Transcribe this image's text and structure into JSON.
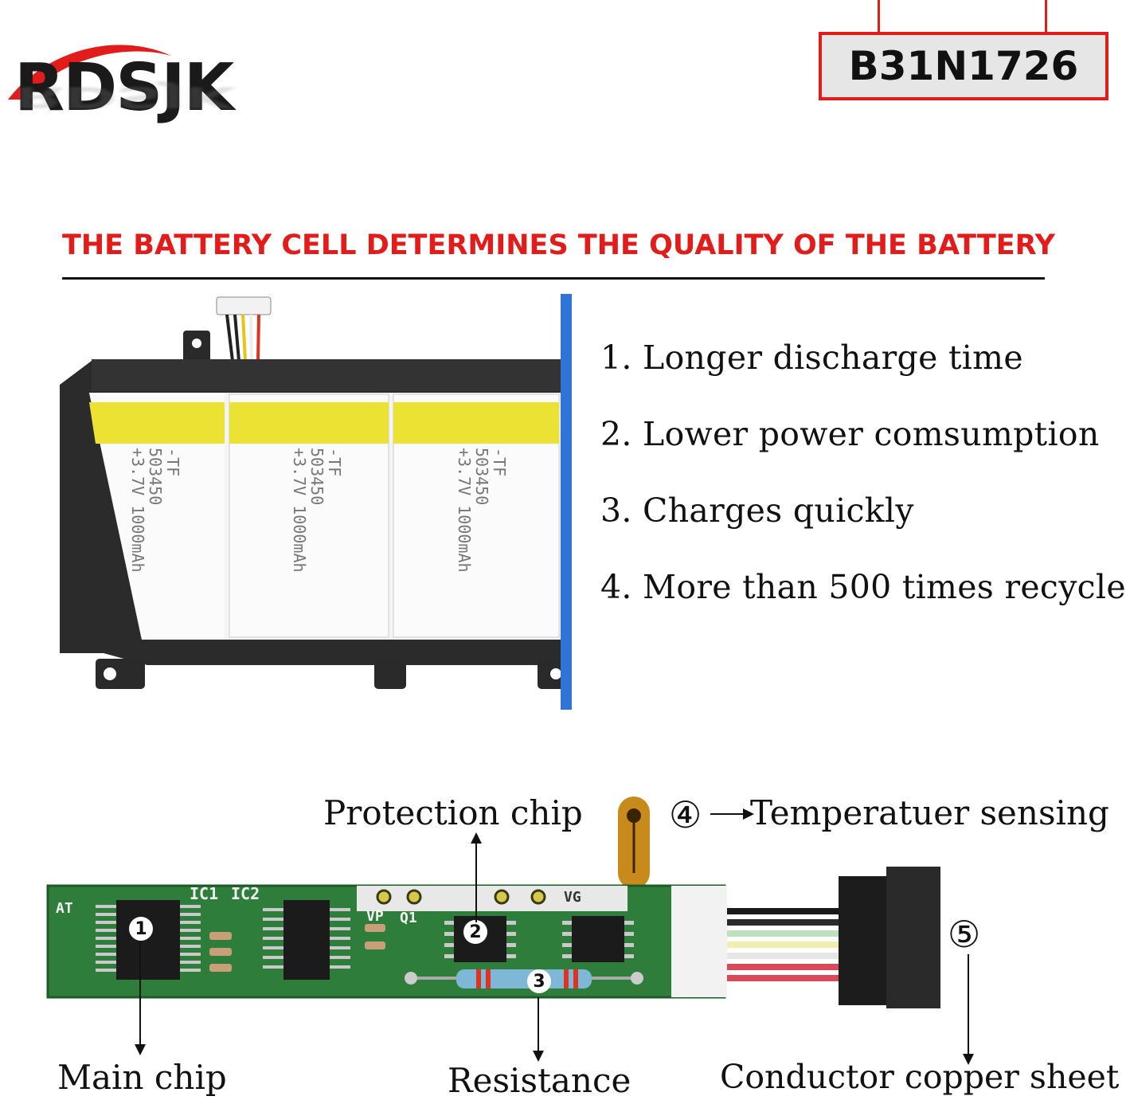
{
  "brand": {
    "logo_text": "RDSJK"
  },
  "model": {
    "code": "B31N1726"
  },
  "heading": {
    "text": "THE BATTERY CELL DETERMINES THE QUALITY OF THE BATTERY"
  },
  "features": [
    {
      "text": "1. Longer discharge time"
    },
    {
      "text": "2. Lower power comsumption"
    },
    {
      "text": "3. Charges quickly"
    },
    {
      "text": "4. More than 500 times recycle"
    }
  ],
  "cells": [
    {
      "label_top": "-TF",
      "label_model": "503450",
      "label_spec": "+3.7V 1000mAh"
    },
    {
      "label_top": "-TF",
      "label_model": "503450",
      "label_spec": "+3.7V 1000mAh"
    },
    {
      "label_top": "-TF",
      "label_model": "503450",
      "label_spec": "+3.7V 1000mAh"
    }
  ],
  "pcb": {
    "silk_ic1": "IC1",
    "silk_ic2": "IC2",
    "silk_at": "AT",
    "silk_vp": "VP",
    "silk_q1": "Q1",
    "silk_vg": "VG"
  },
  "callouts": {
    "main_chip": {
      "number": "1",
      "label": "Main chip"
    },
    "protection_chip": {
      "number": "2",
      "label": "Protection chip"
    },
    "resistance": {
      "number": "3",
      "label": "Resistance"
    },
    "temperature": {
      "number": "④",
      "label": "Temperatuer sensing"
    },
    "conductor": {
      "number": "⑤",
      "label": "Conductor copper sheet"
    }
  },
  "colors": {
    "accent_red": "#e21b1b",
    "pcb_green": "#2f7d3a",
    "cell_yellow": "#ece234",
    "frame_blue": "#2f74d6"
  }
}
